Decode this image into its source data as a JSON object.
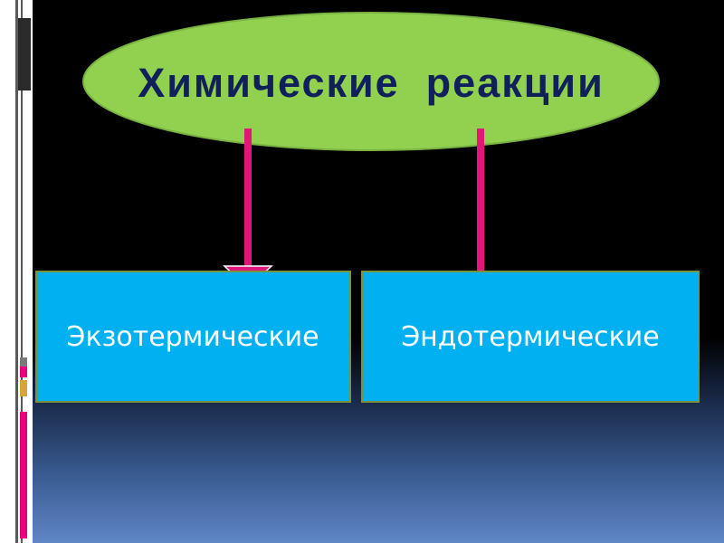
{
  "diagram": {
    "root": "Химические  реакции",
    "children": [
      "Экзотермические",
      "Эндотермические"
    ]
  },
  "colors": {
    "ellipse_fill": "#92d050",
    "title_text": "#10205a",
    "box_fill": "#00b0f0",
    "box_border": "#77933c",
    "arrow": "#e0177a",
    "background_top": "#000000",
    "background_bottom": "#5f86c6"
  }
}
